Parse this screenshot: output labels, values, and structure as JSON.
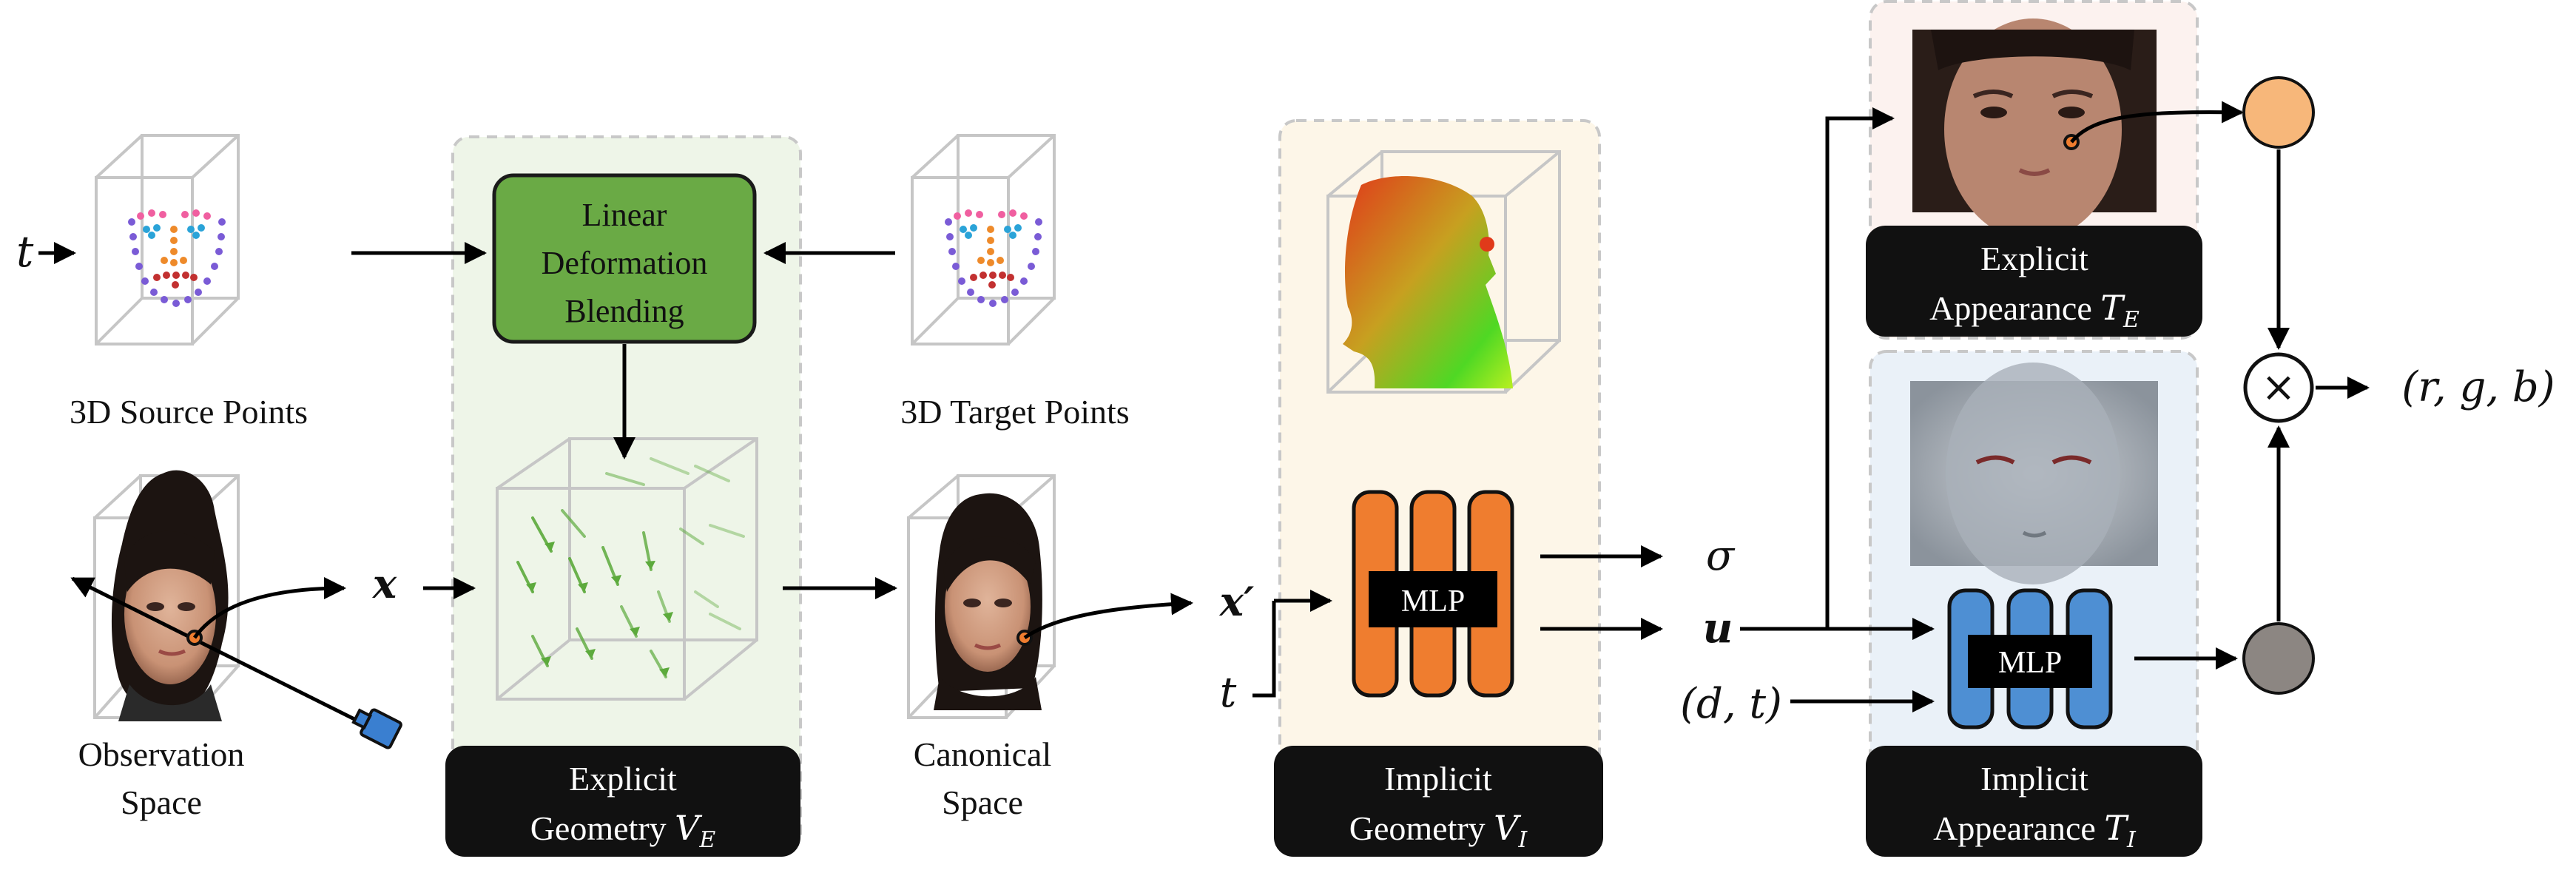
{
  "inputs": {
    "t_input": "t",
    "x_label": "x",
    "x_prime_label": "x′",
    "t_lower": "t",
    "sigma_output": "σ",
    "u_output": "u",
    "d_t_input": "(d, t)",
    "rgb_output": "(r, g, b)"
  },
  "labels": {
    "source_points": "3D Source Points",
    "target_points": "3D Target Points",
    "observation_space_line1": "Observation",
    "observation_space_line2": "Space",
    "canonical_space_line1": "Canonical",
    "canonical_space_line2": "Space"
  },
  "blocks": {
    "ldb_line1": "Linear",
    "ldb_line2": "Deformation",
    "ldb_line3": "Blending",
    "mlp_geometry": "MLP",
    "mlp_appearance": "MLP",
    "multiply_symbol": "×"
  },
  "captions": {
    "explicit_geometry_line1": "Explicit",
    "explicit_geometry_line2": "Geometry",
    "explicit_geometry_symbol": "V",
    "explicit_geometry_sub": "E",
    "implicit_geometry_line1": "Implicit",
    "implicit_geometry_line2": "Geometry",
    "implicit_geometry_symbol": "V",
    "implicit_geometry_sub": "I",
    "explicit_appearance_line1": "Explicit",
    "explicit_appearance_line2": "Appearance",
    "explicit_appearance_symbol": "T",
    "explicit_appearance_sub": "E",
    "implicit_appearance_line1": "Implicit",
    "implicit_appearance_line2": "Appearance",
    "implicit_appearance_symbol": "T",
    "implicit_appearance_sub": "I"
  },
  "colors": {
    "ldb_green": "#6aaa45",
    "mlp_orange": "#ef7d2f",
    "mlp_blue": "#4e8fd3",
    "output_orange": "#f7b77a",
    "output_gray": "#8c8682",
    "panel_green": "#eef5e8",
    "panel_yellow": "#fdf6e8",
    "panel_pink": "#fcf2ef",
    "panel_blue": "#eaf1f8",
    "caption_black": "#111111"
  }
}
